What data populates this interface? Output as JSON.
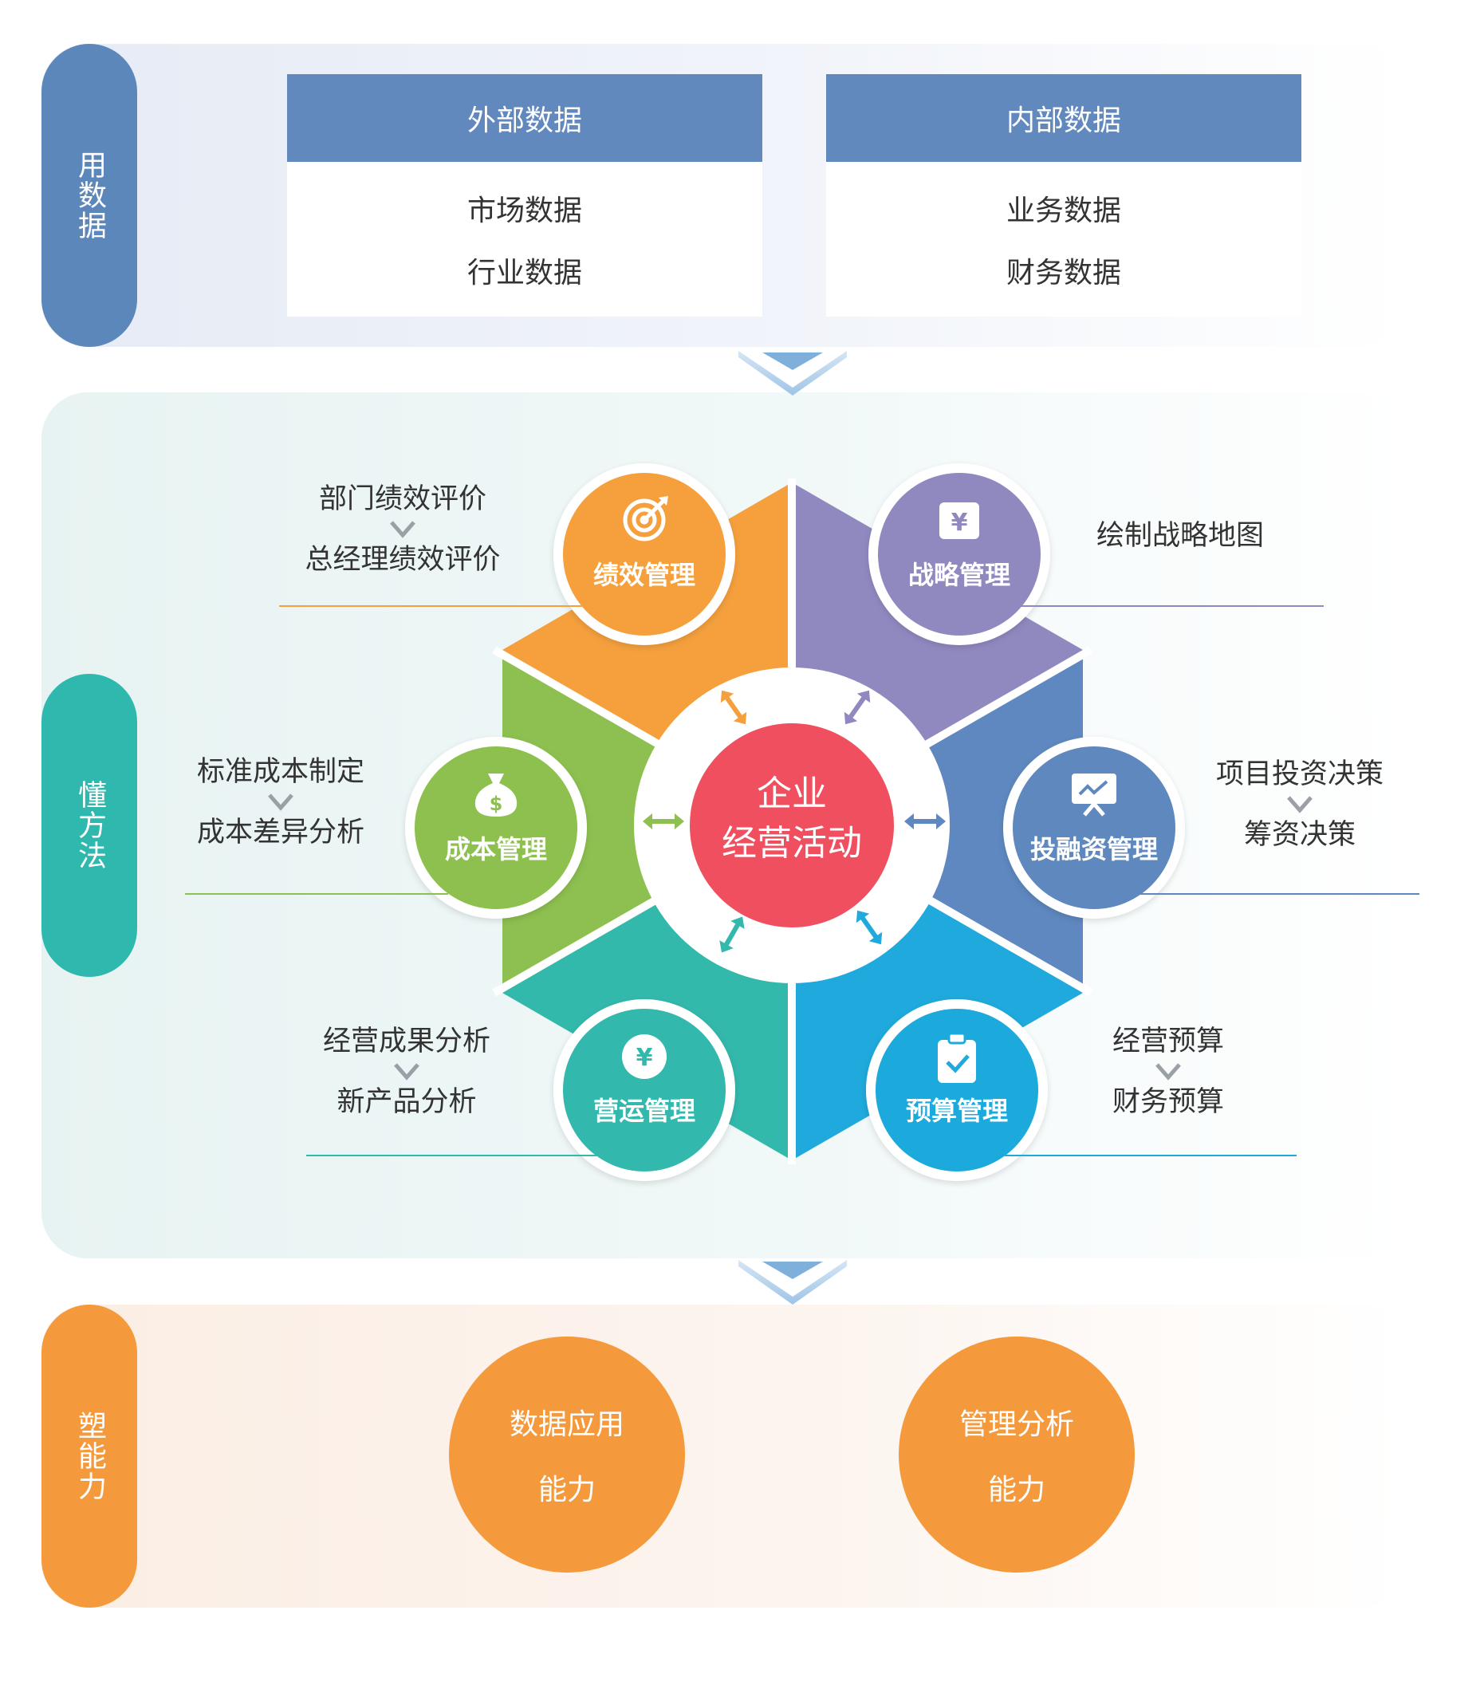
{
  "sections": {
    "data": "用数据",
    "method": "懂方法",
    "ability": "塑能力"
  },
  "external": {
    "title": "外部数据",
    "items": [
      "市场数据",
      "行业数据"
    ]
  },
  "internal": {
    "title": "内部数据",
    "items": [
      "业务数据",
      "财务数据"
    ]
  },
  "center": {
    "line1": "企业",
    "line2": "经营活动",
    "color": "#ef4f5f"
  },
  "modules": {
    "performance": {
      "label": "绩效管理",
      "color": "#f5a03d"
    },
    "strategy": {
      "label": "战略管理",
      "color": "#9089c0"
    },
    "financing": {
      "label": "投融资管理",
      "color": "#5e88bf"
    },
    "budget": {
      "label": "预算管理",
      "color": "#1fa9dc"
    },
    "operation": {
      "label": "营运管理",
      "color": "#33b8ac"
    },
    "cost": {
      "label": "成本管理",
      "color": "#8dc050"
    }
  },
  "notes": {
    "performance": [
      "部门绩效评价",
      "总经理绩效评价"
    ],
    "strategy": [
      "绘制战略地图"
    ],
    "financing": [
      "项目投资决策",
      "筹资决策"
    ],
    "budget": [
      "经营预算",
      "财务预算"
    ],
    "operation": [
      "经营成果分析",
      "新产品分析"
    ],
    "cost": [
      "标准成本制定",
      "成本差异分析"
    ]
  },
  "icons": {
    "performance": "target-icon",
    "strategy": "yen-card-icon",
    "financing": "presentation-board-icon",
    "budget": "clipboard-check-icon",
    "operation": "yen-coin-icon",
    "cost": "money-bag-icon"
  },
  "abilities": {
    "data": [
      "数据应用",
      "能力"
    ],
    "analysis": [
      "管理分析",
      "能力"
    ]
  }
}
